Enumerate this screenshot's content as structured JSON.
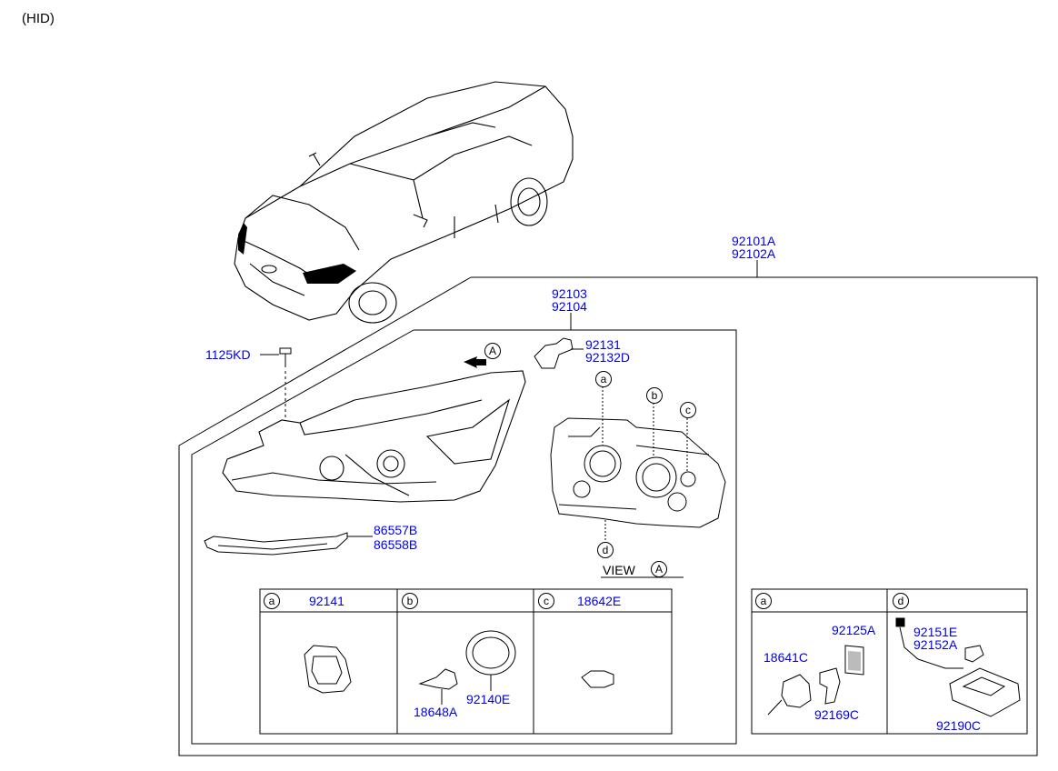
{
  "header": {
    "title": "(HID)"
  },
  "parts": {
    "assembly": [
      "92101A",
      "92102A"
    ],
    "housing": [
      "92103",
      "92104"
    ],
    "bolt": "1125KD",
    "bracket": [
      "92131",
      "92132D"
    ],
    "lamp_strip": [
      "86557B",
      "86558B"
    ]
  },
  "view": {
    "label": "VIEW",
    "ref": "A"
  },
  "callouts": {
    "a": "a",
    "b": "b",
    "c": "c",
    "d": "d",
    "A": "A"
  },
  "table_main": {
    "cols": [
      {
        "letter": "a",
        "part": "92141"
      },
      {
        "letter": "b",
        "part": ""
      },
      {
        "letter": "c",
        "part": "18642E"
      }
    ],
    "b_parts": [
      "18648A",
      "92140E"
    ]
  },
  "table_right": {
    "a": {
      "letter": "a",
      "parts": [
        "92125A",
        "18641C",
        "92169C"
      ]
    },
    "d": {
      "letter": "d",
      "parts": [
        "92151E",
        "92152A",
        "92190C"
      ]
    }
  },
  "colors": {
    "label": "#0000ee",
    "line": "#000000"
  }
}
